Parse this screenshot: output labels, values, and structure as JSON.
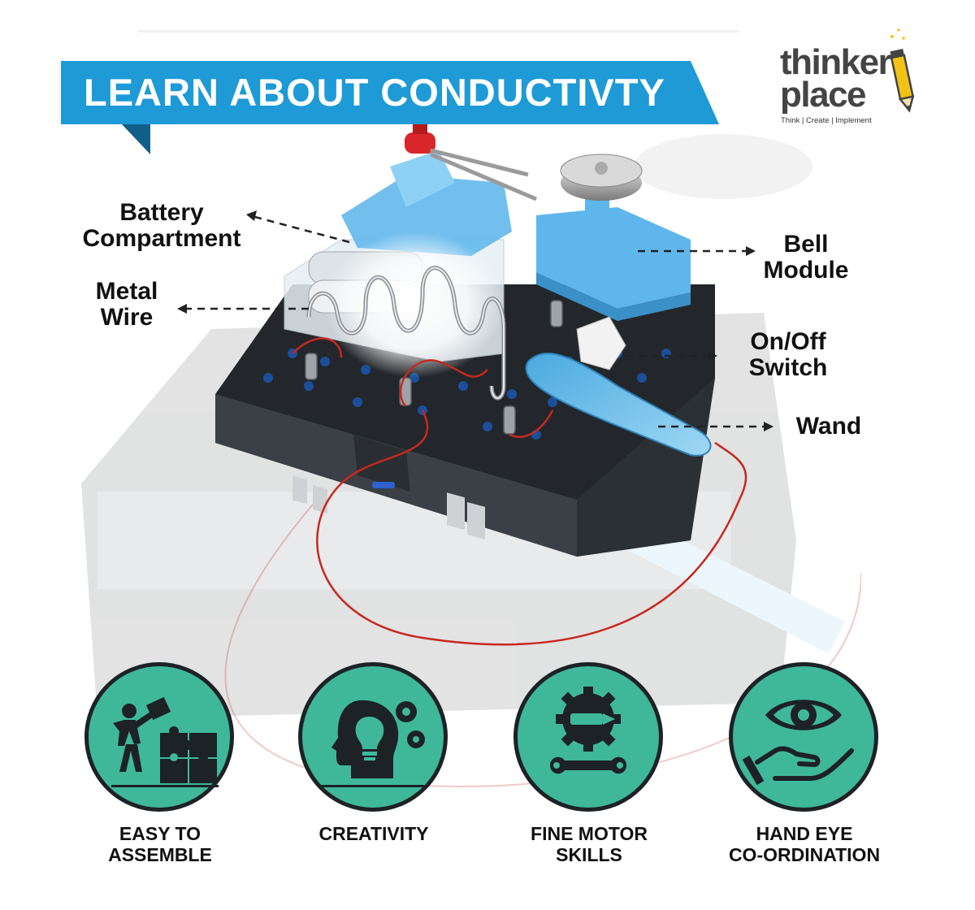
{
  "banner": {
    "title": "LEARN ABOUT CONDUCTIVTY",
    "color": "#1e9ad6",
    "shadow_color": "#0f5f88"
  },
  "logo": {
    "word1": "thinker",
    "word2": "place",
    "tagline": "Think | Create | Implement",
    "accent": "#f2c316",
    "icon": "pencil-icon"
  },
  "callouts": {
    "battery": [
      "Battery",
      "Compartment"
    ],
    "metal_wire": [
      "Metal",
      "Wire"
    ],
    "bell": [
      "Bell",
      "Module"
    ],
    "switch": [
      "On/Off",
      "Switch"
    ],
    "wand": "Wand"
  },
  "features": [
    {
      "label_lines": [
        "EASY TO",
        "ASSEMBLE"
      ],
      "icon": "puzzle-assembly-icon"
    },
    {
      "label_lines": [
        "CREATIVITY"
      ],
      "icon": "head-lightbulb-gears-icon"
    },
    {
      "label_lines": [
        "FINE MOTOR",
        "SKILLS"
      ],
      "icon": "gear-pencil-wrench-icon"
    },
    {
      "label_lines": [
        "HAND EYE",
        "CO-ORDINATION"
      ],
      "icon": "hand-eye-icon"
    }
  ],
  "colors": {
    "feature_circle": "#3fb89a",
    "feature_border": "#1c2226",
    "wire": "#c8281e",
    "kit_base": "#23272b",
    "kit_blue": "#6fc3ee"
  }
}
